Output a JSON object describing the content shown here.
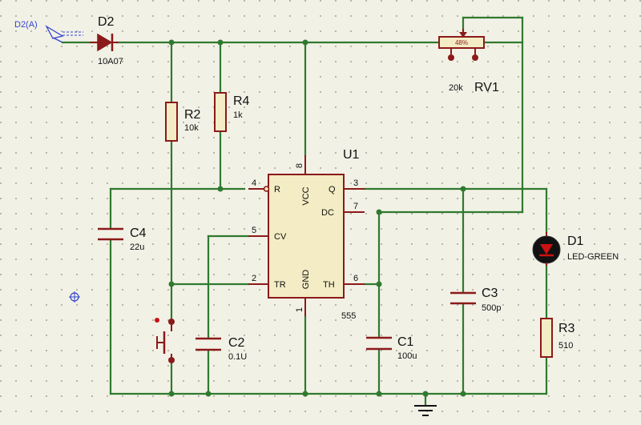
{
  "colors": {
    "background": "#f2f1e6",
    "wire": "#2f7a2f",
    "component": "#8b1a1a",
    "ic_fill": "#f4ecc4",
    "probe": "#3344cc",
    "led": "#cc1111"
  },
  "probe": {
    "label": "D2(A)",
    "icon": "voltage-probe-icon"
  },
  "components": {
    "D2": {
      "ref": "D2",
      "value": "10A07"
    },
    "RV1": {
      "ref": "RV1",
      "value": "20k",
      "setting": "48%"
    },
    "R2": {
      "ref": "R2",
      "value": "10k"
    },
    "R4": {
      "ref": "R4",
      "value": "1k"
    },
    "U1": {
      "ref": "U1",
      "value": "555"
    },
    "C4": {
      "ref": "C4",
      "value": "22u"
    },
    "C2": {
      "ref": "C2",
      "value": "0.1U"
    },
    "C1": {
      "ref": "C1",
      "value": "100u"
    },
    "C3": {
      "ref": "C3",
      "value": "500p"
    },
    "D1": {
      "ref": "D1",
      "value": "LED-GREEN"
    },
    "R3": {
      "ref": "R3",
      "value": "510"
    }
  },
  "ic_pins": {
    "r": {
      "num": "4",
      "name": "R"
    },
    "vcc": {
      "num": "8",
      "name": "VCC"
    },
    "q": {
      "num": "3",
      "name": "Q"
    },
    "dc": {
      "num": "7",
      "name": "DC"
    },
    "cv": {
      "num": "5",
      "name": "CV"
    },
    "tr": {
      "num": "2",
      "name": "TR"
    },
    "gnd": {
      "num": "1",
      "name": "GND"
    },
    "th": {
      "num": "6",
      "name": "TH"
    }
  }
}
